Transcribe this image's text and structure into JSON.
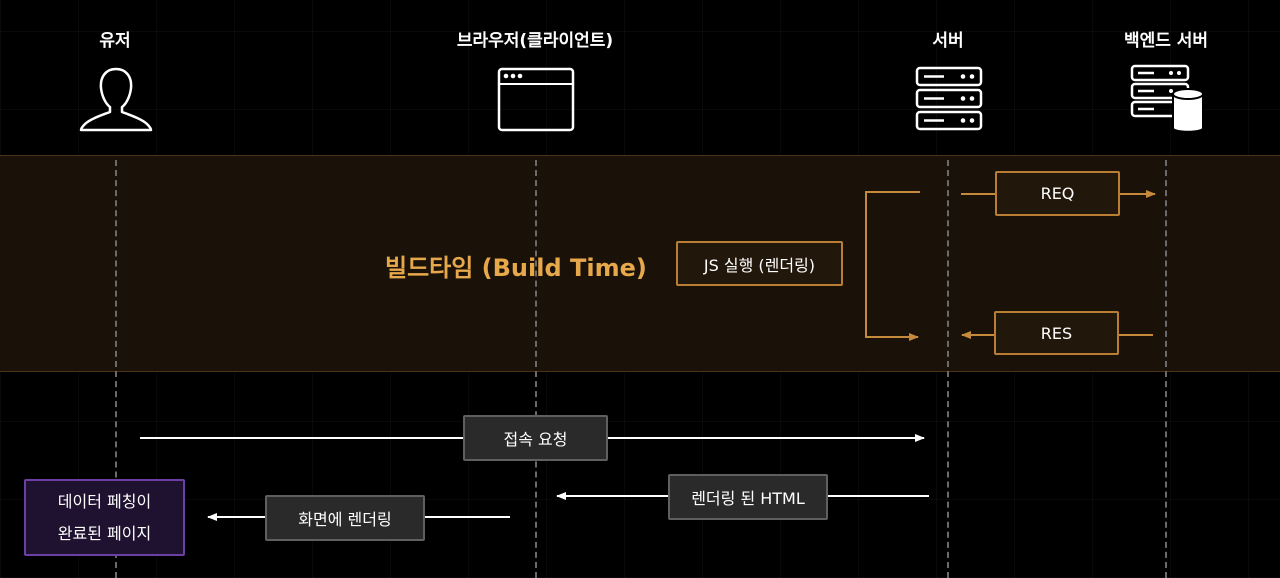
{
  "actors": {
    "user": "유저",
    "browser": "브라우저(클라이언트)",
    "server": "서버",
    "backend": "백엔드 서버"
  },
  "build_time": {
    "title": "빌드타임 (Build Time)",
    "js_exec": "JS 실행 (렌더링)",
    "req": "REQ",
    "res": "RES"
  },
  "flow": {
    "access_request": "접속 요청",
    "rendered_html": "렌더링 된 HTML",
    "screen_render": "화면에 렌더링",
    "result_line1": "데이터 페칭이",
    "result_line2": "완료된 페이지"
  },
  "colors": {
    "accent_gold": "#e6a84a",
    "box_gold_border": "#b97d34",
    "box_purple_border": "#6d3ea6",
    "box_gray_border": "#5f5f5f"
  }
}
